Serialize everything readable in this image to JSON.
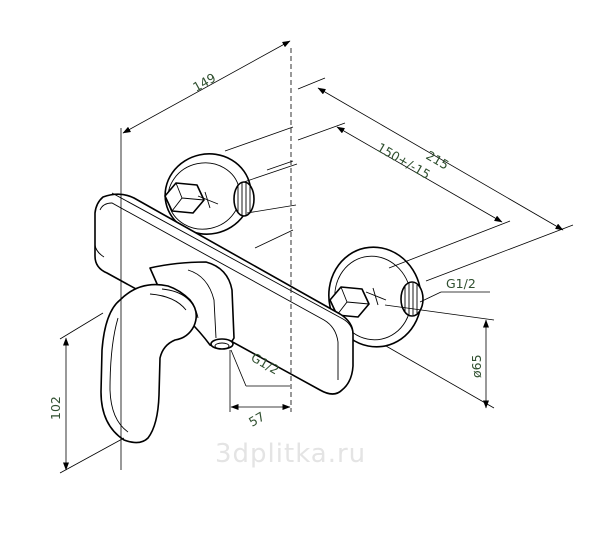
{
  "diagram": {
    "dimensions": {
      "d149": "149",
      "d215": "215",
      "d150": "150+/-15",
      "d102": "102",
      "d57": "57",
      "d65": "ø65"
    },
    "thread_labels": {
      "right": "G1/2",
      "bottom": "G1/2"
    },
    "watermark": "3dplitka.ru"
  }
}
